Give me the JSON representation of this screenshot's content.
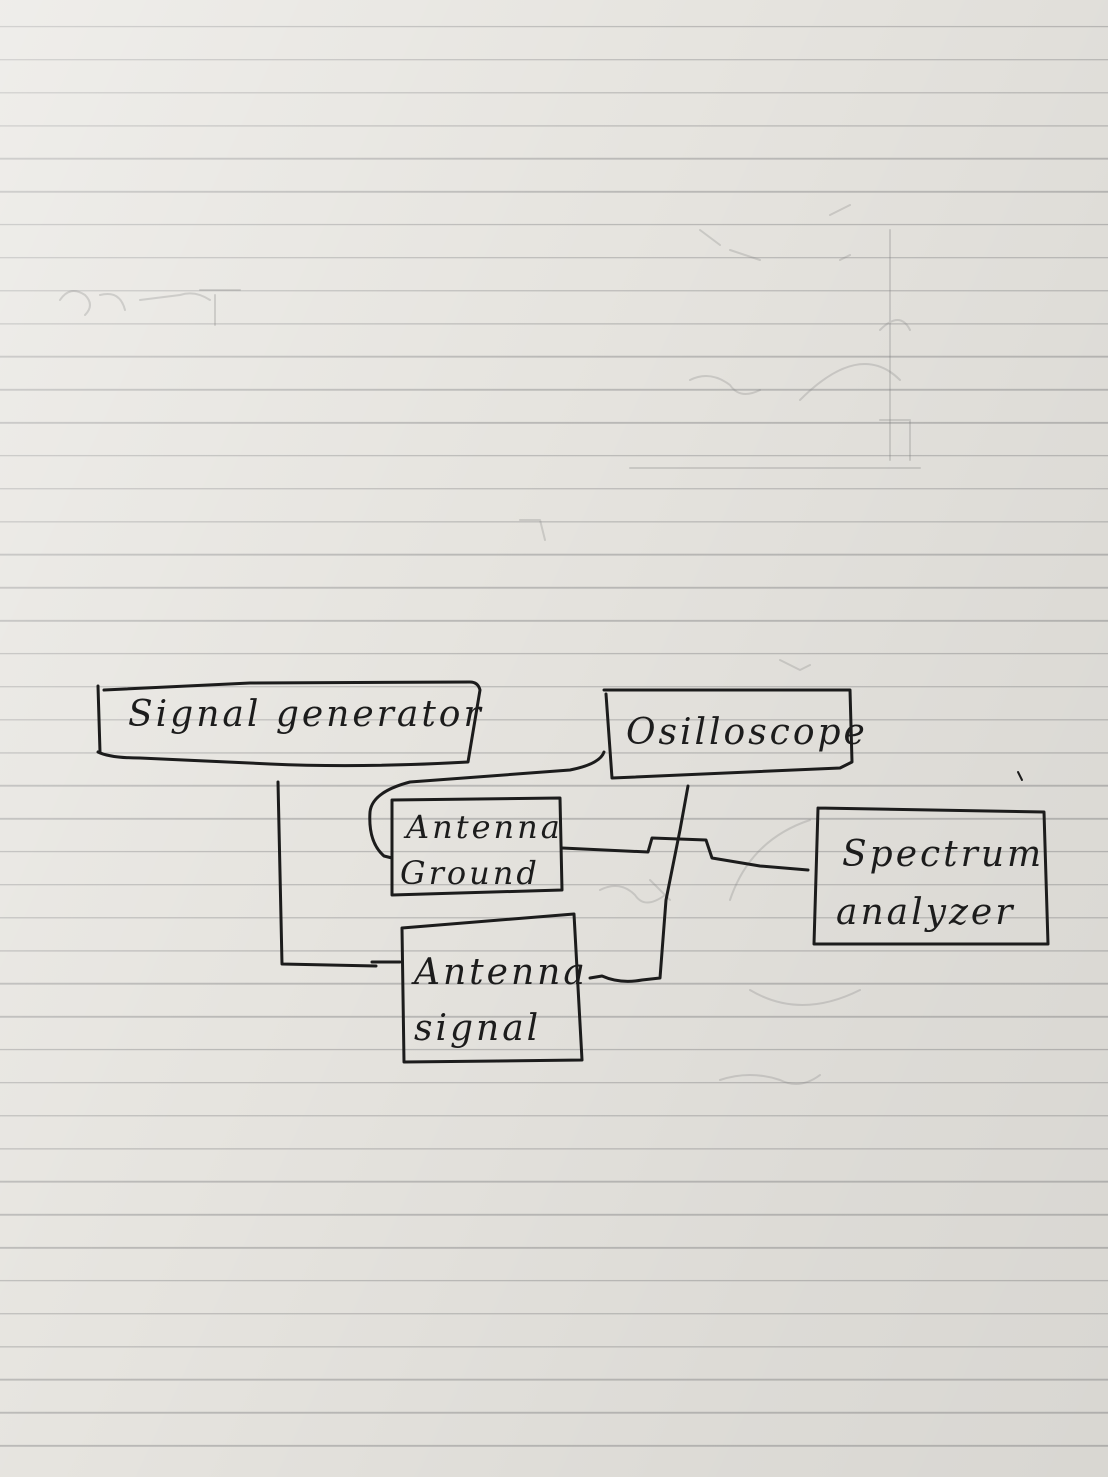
{
  "diagram": {
    "nodes": {
      "signal_generator": {
        "label": "Signal generator"
      },
      "osilloscope": {
        "label": "Osilloscope"
      },
      "antenna_ground": {
        "line1": "Antenna",
        "line2": "Ground"
      },
      "antenna_signal": {
        "line1": "Antenna",
        "line2": "signal"
      },
      "spectrum_analyzer": {
        "line1": "Spectrum",
        "line2": "analyzer"
      }
    },
    "edges": [
      {
        "from": "signal_generator",
        "to": "antenna_signal"
      },
      {
        "from": "osilloscope",
        "to": "antenna_ground"
      },
      {
        "from": "osilloscope",
        "to": "antenna_signal"
      },
      {
        "from": "antenna_ground",
        "to": "spectrum_analyzer"
      }
    ],
    "ink_color": "#1c1c1c",
    "paper_color": "#e6e4df"
  }
}
